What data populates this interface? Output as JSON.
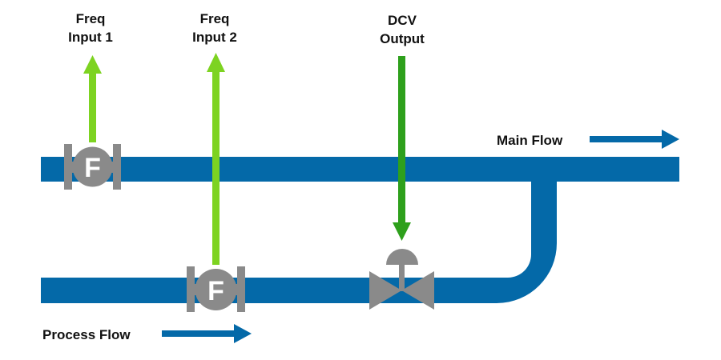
{
  "diagram": {
    "labels": {
      "freq_input_1": [
        "Freq",
        "Input 1"
      ],
      "freq_input_2": [
        "Freq",
        "Input 2"
      ],
      "dcv_output": [
        "DCV",
        "Output"
      ],
      "main_flow": "Main Flow",
      "process_flow": "Process Flow"
    },
    "meters": [
      {
        "id": "flow-meter-1",
        "symbol": "F"
      },
      {
        "id": "flow-meter-2",
        "symbol": "F"
      }
    ],
    "colors": {
      "pipe": "#0469a8",
      "device": "#8a8a8a",
      "input_arrow": "#7dd321",
      "output_arrow": "#2ea01c",
      "text": "#111111",
      "meter_symbol": "#ffffff"
    }
  }
}
